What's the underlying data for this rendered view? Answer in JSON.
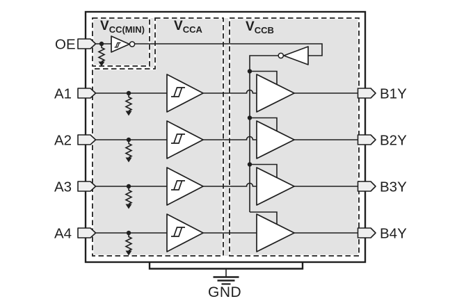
{
  "diagram_type": "functional-block-diagram",
  "regions": {
    "vcc_min": {
      "base": "V",
      "sub": "CC(MIN)"
    },
    "vcca": {
      "base": "V",
      "sub": "CCA"
    },
    "vccb": {
      "base": "V",
      "sub": "CCB"
    }
  },
  "enable_pin": {
    "label": "OE"
  },
  "channels": [
    {
      "input": "A1",
      "output": "B1Y"
    },
    {
      "input": "A2",
      "output": "B2Y"
    },
    {
      "input": "A3",
      "output": "B3Y"
    },
    {
      "input": "A4",
      "output": "B4Y"
    }
  ],
  "ground_pin": {
    "label": "GND"
  },
  "colors": {
    "region_fill": "#e3e3e3",
    "line": "#1f1f1f",
    "pin_fill": "#efefef",
    "background": "#ffffff"
  }
}
